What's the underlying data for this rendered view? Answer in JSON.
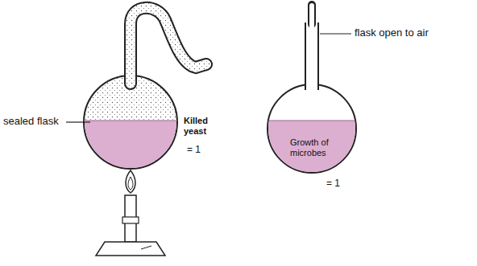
{
  "diagram": {
    "labels": [
      "sealed flask",
      "Killed yeast",
      "= 1",
      "flask open to air",
      "Growth of microbes",
      "= 1"
    ]
  }
}
